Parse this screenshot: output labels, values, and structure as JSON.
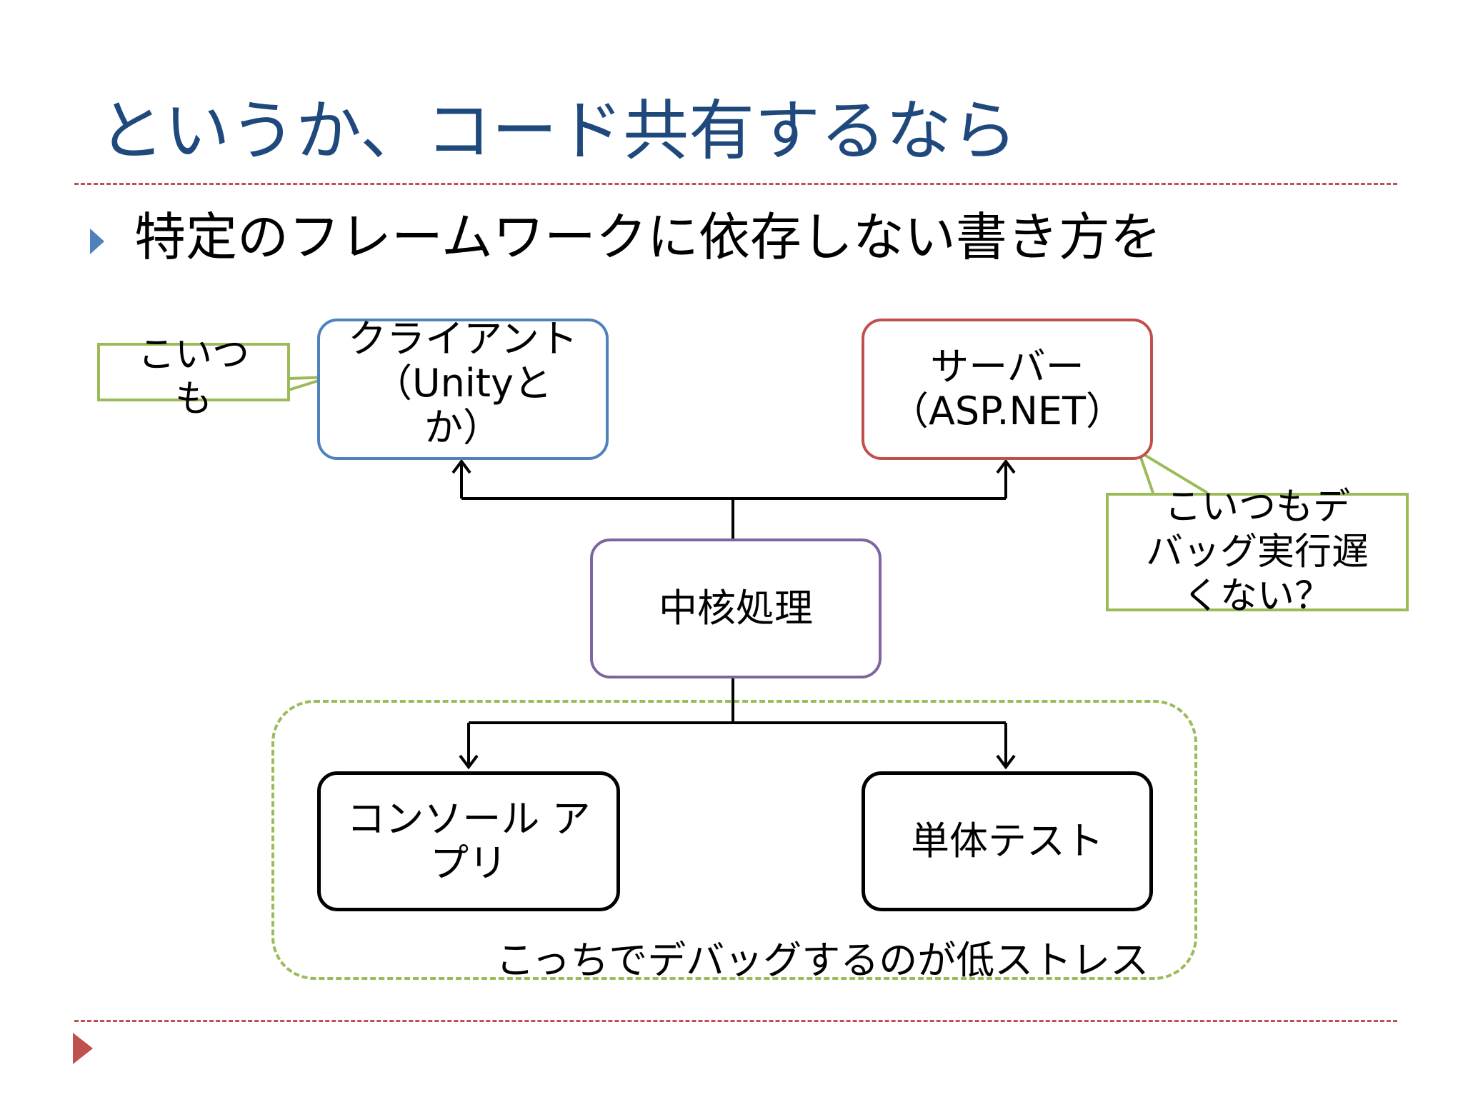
{
  "slide": {
    "title": "というか、コード共有するなら",
    "bullet": "特定のフレームワークに依存しない書き方を"
  },
  "diagram": {
    "client": {
      "line1": "クライアント",
      "line2": "（Unityと",
      "line3": "か）"
    },
    "server": {
      "line1": "サーバー",
      "line2": "（ASP.NET）"
    },
    "core": {
      "label": "中核処理"
    },
    "console": {
      "line1": "コンソール ア",
      "line2": "プリ"
    },
    "unittest": {
      "label": "単体テスト"
    },
    "group_label": "こっちでデバッグするのが低ストレス"
  },
  "callouts": {
    "left": {
      "line1": "こいつ",
      "line2": "も"
    },
    "right": {
      "line1": "こいつもデ",
      "line2": "バッグ実行遅",
      "line3": "くない？"
    }
  },
  "colors": {
    "title": "#1f497d",
    "client_border": "#4f81bd",
    "server_border": "#c0504d",
    "core_border": "#8064a2",
    "callout_border": "#9bbb59",
    "rule": "#c0504d"
  }
}
